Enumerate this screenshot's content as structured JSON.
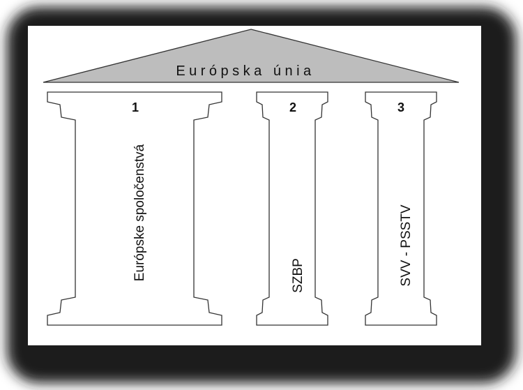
{
  "diagram": {
    "roof_label": "Európska únia",
    "pillars": [
      {
        "number": "1",
        "label": "Európske spoločenstvá"
      },
      {
        "number": "2",
        "label": "SZBP"
      },
      {
        "number": "3",
        "label": "SVV - PSSTV"
      }
    ]
  }
}
